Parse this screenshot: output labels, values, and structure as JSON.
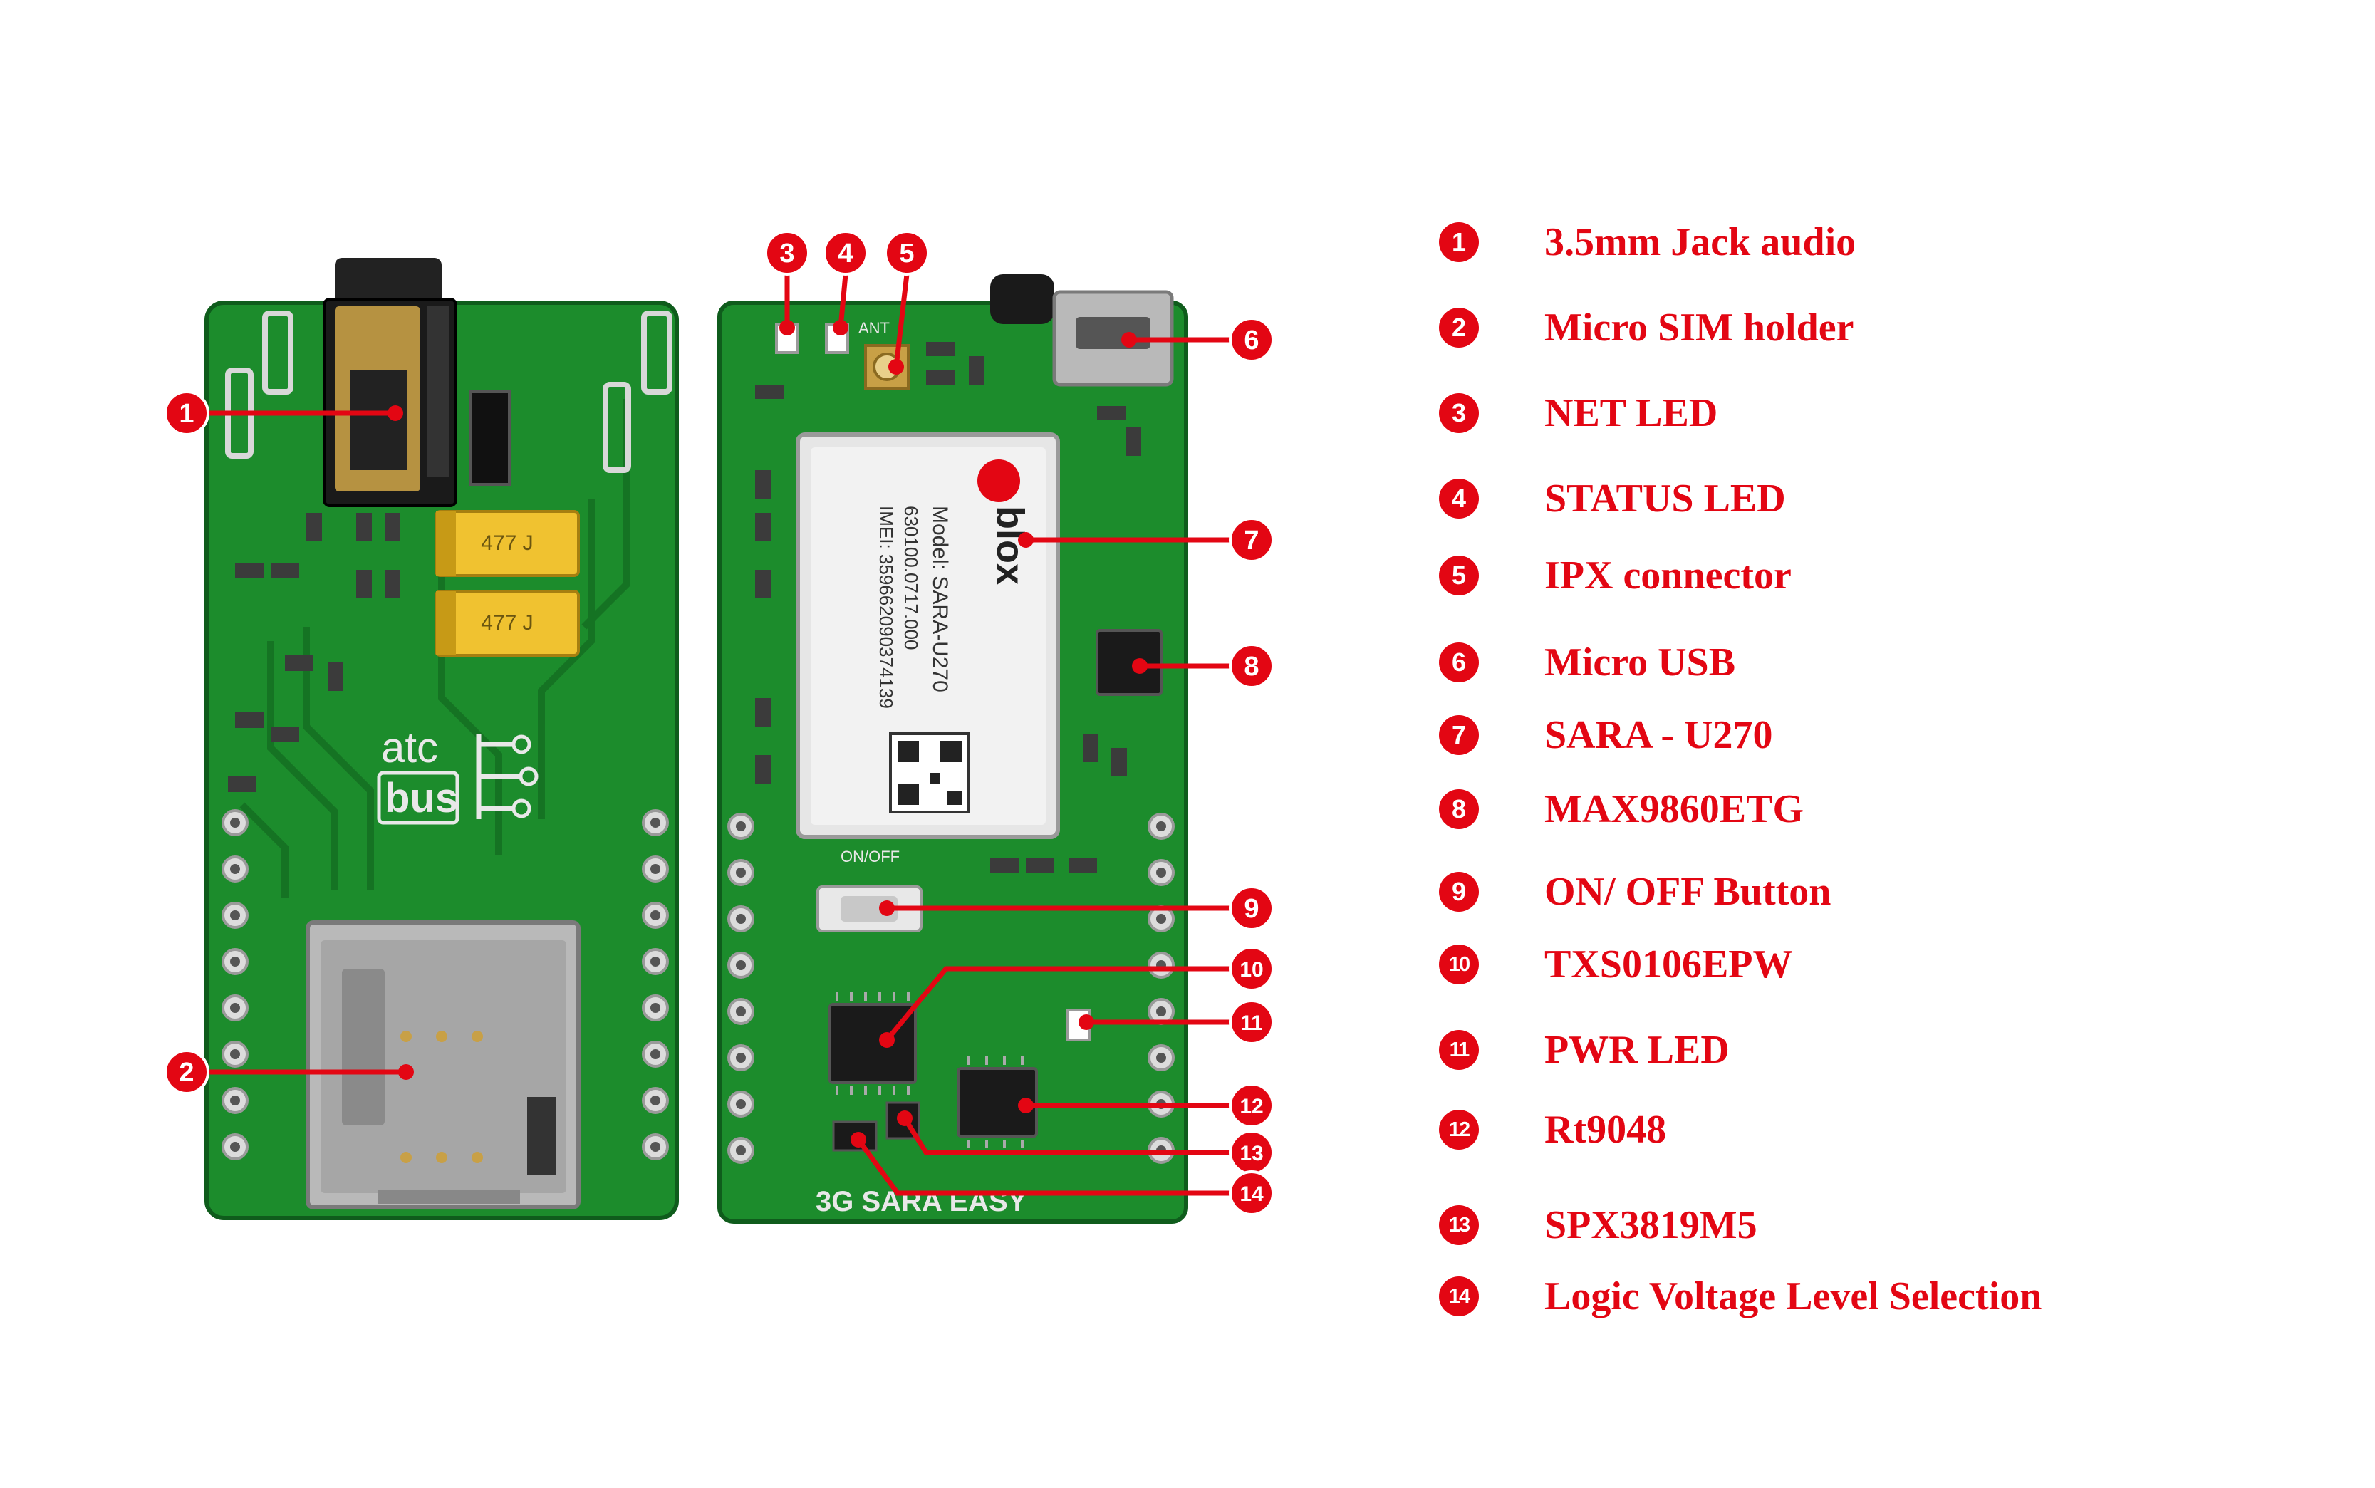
{
  "colors": {
    "accent": "#e30613",
    "pcb": "#1c8c2c",
    "pcb_dark": "#0f5c1c",
    "gold": "#c8a046",
    "silver": "#b9b9b9"
  },
  "board_left": {
    "logo_top": "atc",
    "logo_bottom": "bus",
    "cap_label": "477 J"
  },
  "board_right": {
    "module_brand": "blox",
    "module_model": "Model: SARA-U270",
    "module_line2": "630100.0717.000",
    "module_line3": "IMEI: 359662090374139",
    "button_label": "ON/OFF",
    "silk_title": "3G SARA EASY",
    "ant_label": "ANT"
  },
  "legend": [
    {
      "num": "1",
      "label": "3.5mm Jack audio"
    },
    {
      "num": "2",
      "label": "Micro SIM holder"
    },
    {
      "num": "3",
      "label": "NET LED"
    },
    {
      "num": "4",
      "label": "STATUS LED"
    },
    {
      "num": "5",
      "label": "IPX connector"
    },
    {
      "num": "6",
      "label": "Micro USB"
    },
    {
      "num": "7",
      "label": "SARA - U270"
    },
    {
      "num": "8",
      "label": "MAX9860ETG"
    },
    {
      "num": "9",
      "label": "ON/ OFF Button"
    },
    {
      "num": "10",
      "label": "TXS0106EPW"
    },
    {
      "num": "11",
      "label": "PWR LED"
    },
    {
      "num": "12",
      "label": "Rt9048"
    },
    {
      "num": "13",
      "label": "SPX3819M5"
    },
    {
      "num": "14",
      "label": "Logic Voltage Level Selection"
    }
  ]
}
